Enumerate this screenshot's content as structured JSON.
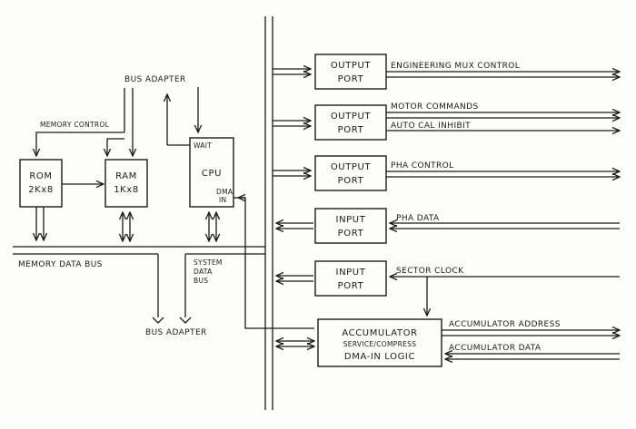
{
  "blocks": {
    "rom": {
      "line1": "ROM",
      "line2": "2Kx8"
    },
    "ram": {
      "line1": "RAM",
      "line2": "1Kx8"
    },
    "cpu": {
      "title": "CPU",
      "wait": "WAIT",
      "dma1": "DMA",
      "dma2": "IN"
    },
    "out_port_1": {
      "line1": "OUTPUT",
      "line2": "PORT"
    },
    "out_port_2": {
      "line1": "OUTPUT",
      "line2": "PORT"
    },
    "out_port_3": {
      "line1": "OUTPUT",
      "line2": "PORT"
    },
    "in_port_1": {
      "line1": "INPUT",
      "line2": "PORT"
    },
    "in_port_2": {
      "line1": "INPUT",
      "line2": "PORT"
    },
    "accumulator": {
      "line1": "ACCUMULATOR",
      "line2": "SERVICE/COMPRESS",
      "line3": "DMA-IN LOGIC"
    }
  },
  "labels": {
    "bus_adapter_top": "BUS ADAPTER",
    "memory_control": "MEMORY CONTROL",
    "memory_data_bus": "MEMORY DATA BUS",
    "system_data_bus_1": "SYSTEM",
    "system_data_bus_2": "DATA",
    "system_data_bus_3": "BUS",
    "bus_adapter_bottom": "BUS ADAPTER",
    "engineering_mux_control": "ENGINEERING MUX CONTROL",
    "motor_commands": "MOTOR COMMANDS",
    "auto_cal_inhibit": "AUTO CAL INHIBIT",
    "pha_control": "PHA CONTROL",
    "pha_data": "PHA DATA",
    "sector_clock": "SECTOR CLOCK",
    "accumulator_address": "ACCUMULATOR ADDRESS",
    "accumulator_data": "ACCUMULATOR DATA"
  }
}
